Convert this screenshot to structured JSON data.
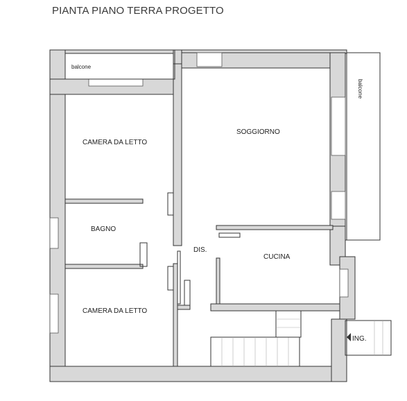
{
  "title": "PIANTA PIANO TERRA PROGETTO",
  "rooms": {
    "balcony_top": "balcone",
    "balcony_right": "balcone",
    "bedroom_top": "CAMERA DA LETTO",
    "bathroom": "BAGNO",
    "bedroom_bottom": "CAMERA DA LETTO",
    "living": "SOGGIORNO",
    "hall": "DIS.",
    "kitchen": "CUCINA",
    "entrance": "ING."
  }
}
